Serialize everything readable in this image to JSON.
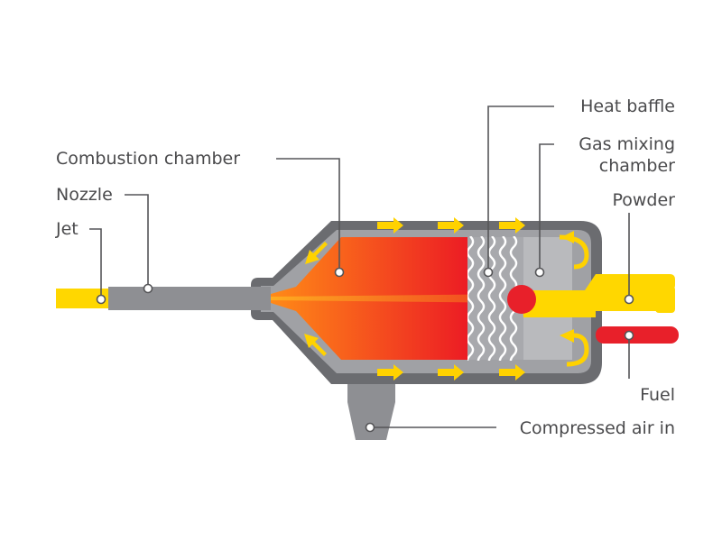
{
  "diagram": {
    "labels": {
      "heat_baffle": "Heat baffle",
      "gas_mixing_line1": "Gas mixing",
      "gas_mixing_line2": "chamber",
      "combustion_chamber": "Combustion chamber",
      "nozzle": "Nozzle",
      "jet": "Jet",
      "powder": "Powder",
      "fuel": "Fuel",
      "compressed_air": "Compressed air in"
    },
    "colors": {
      "housing_outer": "#6b6c70",
      "housing_inner": "#a0a1a5",
      "mixing_chamber": "#b9babd",
      "flame_start": "#ff8a17",
      "flame_end": "#ec1c24",
      "powder": "#ffd700",
      "fuel": "#e8202a",
      "jet": "#ffd700",
      "flow_arrows": "#ffd200",
      "label_text": "#4a4a4c"
    }
  }
}
